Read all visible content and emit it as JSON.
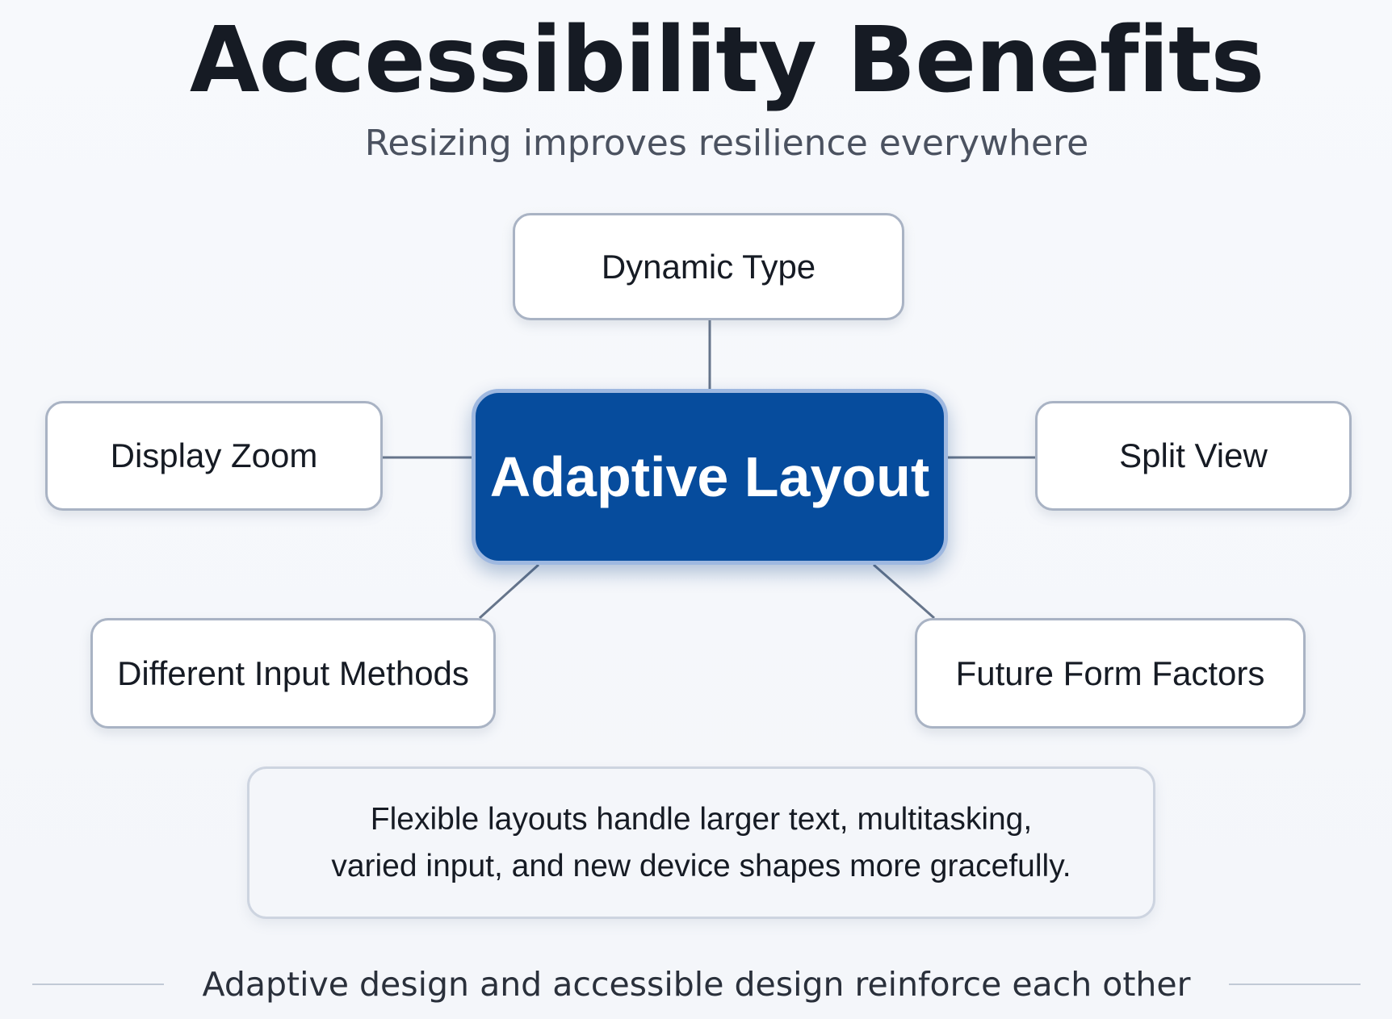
{
  "header": {
    "title": "Accessibility Benefits",
    "subtitle": "Resizing improves resilience everywhere"
  },
  "diagram": {
    "center": "Adaptive Layout",
    "nodes": {
      "top": "Dynamic Type",
      "left": "Display Zoom",
      "right": "Split View",
      "bottom_left": "Different Input Methods",
      "bottom_right": "Future Form Factors"
    }
  },
  "note": {
    "line1": "Flexible layouts handle larger text, multitasking,",
    "line2": "varied input, and new device shapes more gracefully."
  },
  "footer": {
    "text": "Adaptive design and accessible design reinforce each other"
  },
  "colors": {
    "center_fill": "#064c9d",
    "node_border": "#a9b3c4",
    "connector": "#66758b"
  }
}
